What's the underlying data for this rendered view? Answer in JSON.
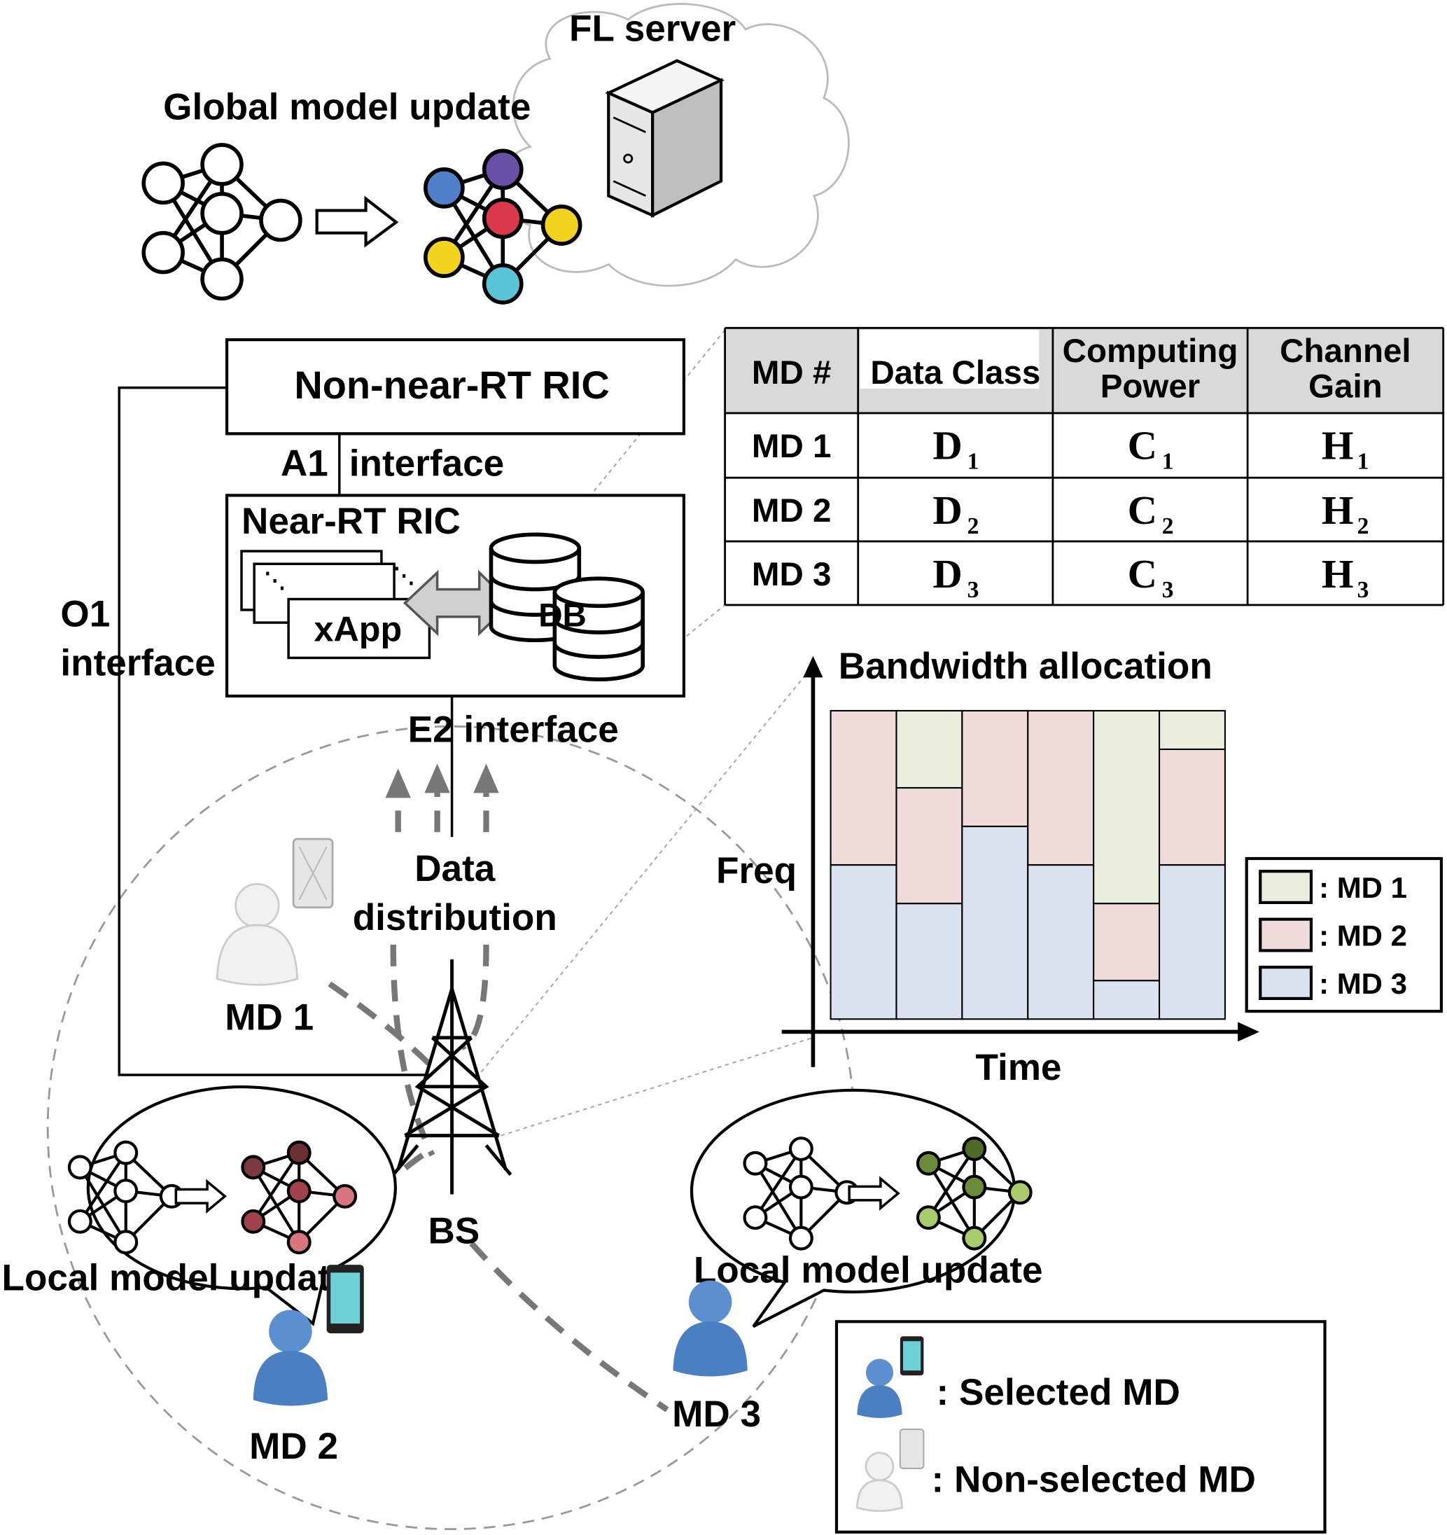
{
  "fl_server": {
    "label": "FL server"
  },
  "global_update": {
    "label": "Global model update",
    "node_colors": [
      "#4f7fc9",
      "#f2d41f",
      "#6a4fa6",
      "#d9394a",
      "#5bc3d6",
      "#f2d41f"
    ]
  },
  "ric": {
    "non_near_rt": "Non-near-RT RIC",
    "a1_prefix": "A1",
    "a1_suffix": "interface",
    "near_rt": "Near-RT RIC",
    "xapp": "xApp",
    "db": "DB",
    "o1_line1": "O1",
    "o1_line2": "interface",
    "e2": "E2 interface"
  },
  "data_distribution": {
    "line1": "Data",
    "line2": "distribution"
  },
  "bs_label": "BS",
  "devices": {
    "md1": "MD 1",
    "md2": "MD 2",
    "md3": "MD 3",
    "local_update_left": "Local model update",
    "local_update_right": "Local model update",
    "md2_node_color": "#a0434a",
    "md3_node_color": "#6b8a3a"
  },
  "table": {
    "headers": [
      "MD #",
      "Data Class",
      "Computing Power",
      "Channel Gain"
    ],
    "header_lines": [
      [
        "MD #"
      ],
      [
        "Data Class"
      ],
      [
        "Computing",
        "Power"
      ],
      [
        "Channel",
        "Gain"
      ]
    ],
    "rows": [
      {
        "md": "MD 1",
        "cells": [
          {
            "main": "D",
            "sub": "1"
          },
          {
            "main": "C",
            "sub": "1"
          },
          {
            "main": "H",
            "sub": "1"
          }
        ]
      },
      {
        "md": "MD 2",
        "cells": [
          {
            "main": "D",
            "sub": "2"
          },
          {
            "main": "C",
            "sub": "2"
          },
          {
            "main": "H",
            "sub": "2"
          }
        ]
      },
      {
        "md": "MD 3",
        "cells": [
          {
            "main": "D",
            "sub": "3"
          },
          {
            "main": "C",
            "sub": "3"
          },
          {
            "main": "H",
            "sub": "3"
          }
        ]
      }
    ]
  },
  "chart_data": {
    "type": "bar",
    "stacked": true,
    "title": "Bandwidth allocation",
    "xlabel": "Time",
    "ylabel": "Freq",
    "categories": [
      "",
      "",
      "",
      "",
      "",
      ""
    ],
    "series": [
      {
        "name": ": MD 3",
        "color": "#dce3f0",
        "values": [
          0.5,
          0.375,
          0.625,
          0.5,
          0.125,
          0.5
        ]
      },
      {
        "name": ": MD 2",
        "color": "#f0dada",
        "values": [
          0.5,
          0.375,
          0.375,
          0.5,
          0.25,
          0.375
        ]
      },
      {
        "name": ": MD 1",
        "color": "#e9efdc",
        "values": [
          0,
          0.25,
          0,
          0,
          0.625,
          0.125
        ]
      }
    ],
    "legend_order": [
      ": MD 1",
      ": MD 2",
      ": MD 3"
    ],
    "legend_placement": "right",
    "ylim": [
      0,
      1
    ]
  },
  "legend": {
    "selected": ": Selected MD",
    "non_selected": ": Non-selected MD"
  }
}
